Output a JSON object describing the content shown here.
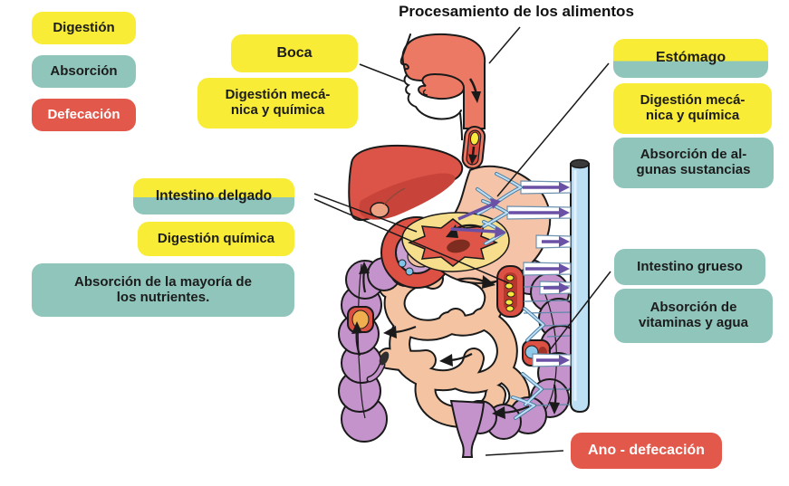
{
  "title": "Procesamiento de los alimentos",
  "legend": {
    "digestion": "Digestión",
    "absorcion": "Absorción",
    "defecacion": "Defecación"
  },
  "labels": {
    "boca": "Boca",
    "boca_proceso": "Digestión mecá-\nnica y química",
    "estomago": "Estómago",
    "estomago_proceso1": "Digestión mecá-\nnica y química",
    "estomago_proceso2": "Absorción de al-\ngunas sustancias",
    "intestino_delgado": "Intestino delgado",
    "intestino_delgado_proceso1": "Digestión química",
    "intestino_delgado_proceso2": "Absorción de la mayoría de\nlos nutrientes.",
    "intestino_grueso": "Intestino grueso",
    "intestino_grueso_proceso": "Absorción de\nvitaminas y agua",
    "ano": "Ano - defecación"
  },
  "colors": {
    "digestion_yellow": "#F8EC36",
    "absorcion_teal": "#8FC5BB",
    "defecacion_red": "#E2584B",
    "vessel_tube_blue": "#BDDFF3",
    "absorption_arrow_purple": "#6B51A5",
    "mouth_salmon": "#EC7964",
    "liver_red": "#DC5347",
    "stomach_peach": "#F5C3A8",
    "small_intestine_peach": "#F3C3A2",
    "colon_purple": "#C493CB"
  }
}
